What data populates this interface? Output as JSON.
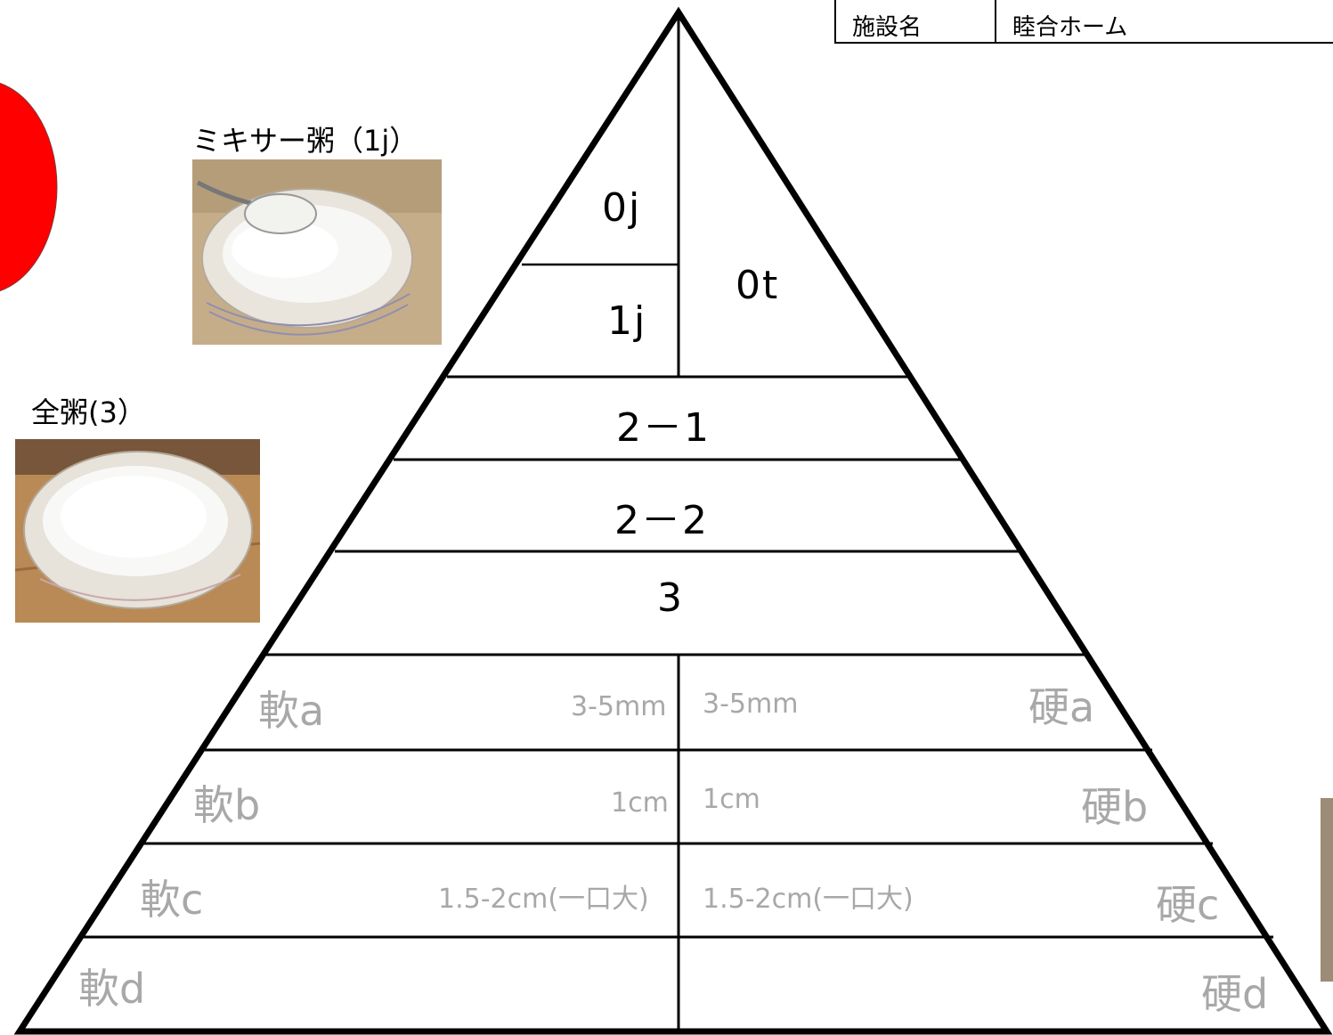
{
  "facility": {
    "label": "施設名",
    "value": "睦合ホーム"
  },
  "photos": [
    {
      "caption": "ミキサー粥（1j）"
    },
    {
      "caption": "全粥(3）"
    }
  ],
  "pyramid": {
    "top_left_upper": "0j",
    "top_left_lower": "1j",
    "top_right": "0t",
    "levels": [
      "2－1",
      "2－2",
      "3"
    ],
    "soft_hard_rows": [
      {
        "soft": "軟a",
        "soft_size": "3-5mm",
        "hard_size": "3-5mm",
        "hard": "硬a"
      },
      {
        "soft": "軟b",
        "soft_size": "1cm",
        "hard_size": "1cm",
        "hard": "硬b"
      },
      {
        "soft": "軟c",
        "soft_size": "1.5-2cm(一口大)",
        "hard_size": "1.5-2cm(一口大)",
        "hard": "硬c"
      },
      {
        "soft": "軟d",
        "soft_size": "",
        "hard_size": "",
        "hard": "硬d"
      }
    ]
  },
  "colors": {
    "red_shape": "#ff0000",
    "line": "#000000",
    "grey_text": "#a8a8a8"
  }
}
